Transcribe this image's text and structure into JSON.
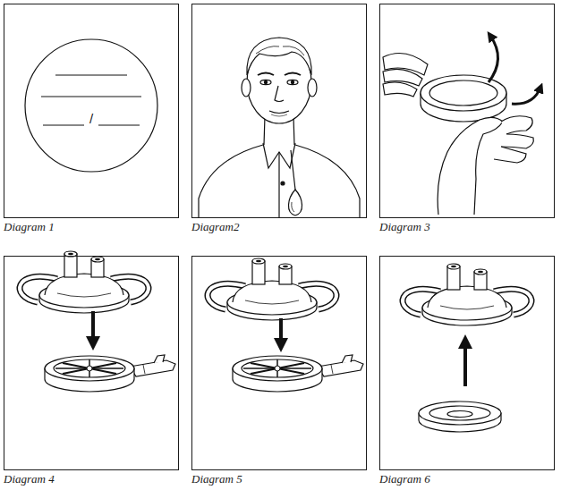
{
  "diagram": {
    "nodes": [
      {
        "text": [
          "Diagram 1"
        ]
      },
      {
        "text": [
          "Diagram2"
        ]
      },
      {
        "text": [
          "Diagram 3"
        ]
      },
      {
        "text": [
          "Diagram 4"
        ]
      },
      {
        "text": [
          "Diagram 5"
        ]
      },
      {
        "text": [
          "Diagram 6"
        ]
      }
    ],
    "labels": [
      "/"
    ]
  }
}
